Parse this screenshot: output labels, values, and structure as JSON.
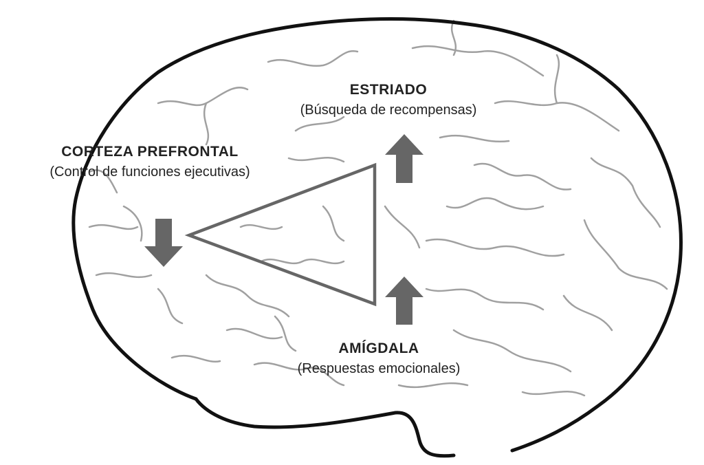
{
  "diagram": {
    "regions": [
      {
        "id": "estriado",
        "title": "ESTRIADO",
        "subtitle": "(Búsqueda de recompensas)",
        "arrow": "up"
      },
      {
        "id": "corteza",
        "title": "CORTEZA PREFRONTAL",
        "subtitle": "(Control de funciones ejecutivas)",
        "arrow": "down"
      },
      {
        "id": "amigdala",
        "title": "AMÍGDALA",
        "subtitle": "(Respuestas emocionales)",
        "arrow": "up"
      }
    ],
    "colors": {
      "outline": "#111111",
      "gyri": "#9a9a9a",
      "triangle": "#666666",
      "arrows": "#666666"
    }
  }
}
